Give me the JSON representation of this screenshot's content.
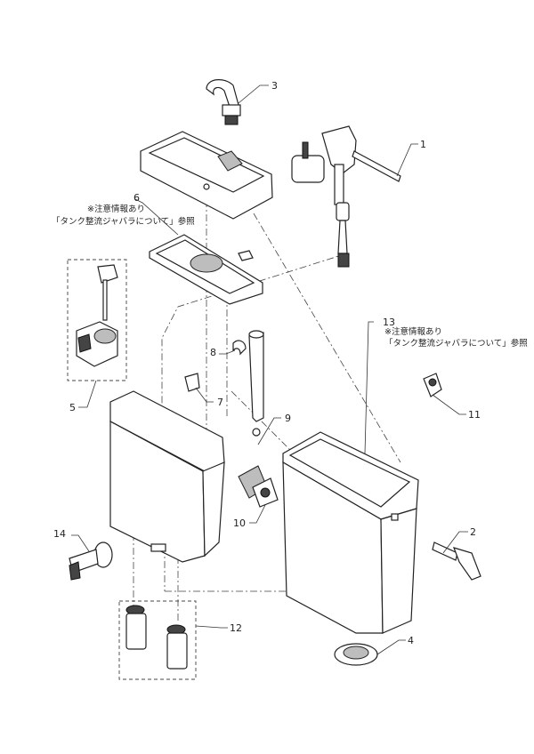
{
  "callouts": {
    "c1": "1",
    "c2": "2",
    "c3": "3",
    "c4": "4",
    "c5": "5",
    "c6": "6",
    "c7": "7",
    "c8": "8",
    "c9": "9",
    "c10": "10",
    "c11": "11",
    "c12": "12",
    "c13": "13",
    "c14": "14"
  },
  "notes": {
    "n6_line1": "※注意情報あり",
    "n6_line2": "「タンク整流ジャバラについて」参照",
    "n13_line1": "※注意情報あり",
    "n13_line2": "「タンク整流ジャバラについて」参照"
  }
}
